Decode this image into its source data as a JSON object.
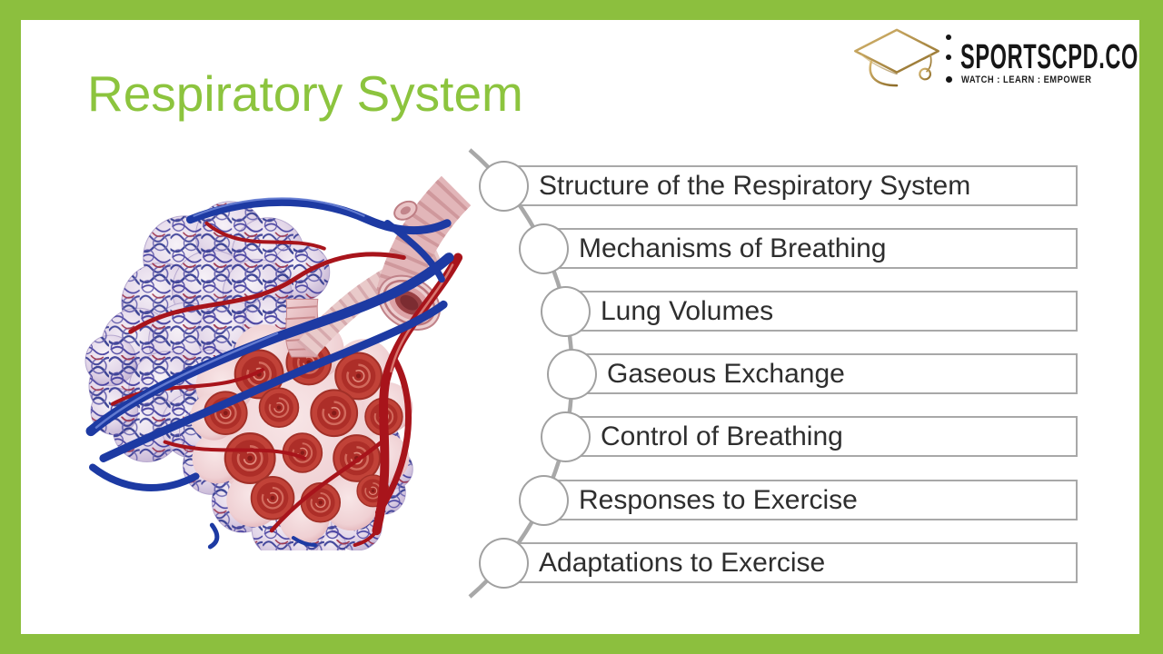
{
  "slide": {
    "title": "Respiratory System",
    "colors": {
      "frame_green": "#8CBF3E",
      "title_green": "#8CC43E",
      "box_border_gray": "#A8A8A8",
      "connector_gray": "#A8A8A8",
      "list_text": "#2E2E2E",
      "logo_gold": "#B8934A",
      "logo_black": "#161616"
    }
  },
  "logo": {
    "icon": "graduation-cap-icon",
    "brand": "SPORTSCPD.COM",
    "tagline": "WATCH : LEARN : EMPOWER"
  },
  "list": {
    "items": [
      {
        "label": "Structure of the Respiratory System"
      },
      {
        "label": "Mechanisms of Breathing"
      },
      {
        "label": "Lung Volumes"
      },
      {
        "label": "Gaseous Exchange"
      },
      {
        "label": "Control of Breathing"
      },
      {
        "label": "Responses to Exercise"
      },
      {
        "label": "Adaptations to Exercise"
      }
    ]
  },
  "illustration": {
    "name": "alveoli-illustration",
    "alt": "3D medical illustration of alveoli clusters wrapped in red and blue capillaries, with a cut-open alveolar sac and ribbed bronchiole tubes"
  }
}
